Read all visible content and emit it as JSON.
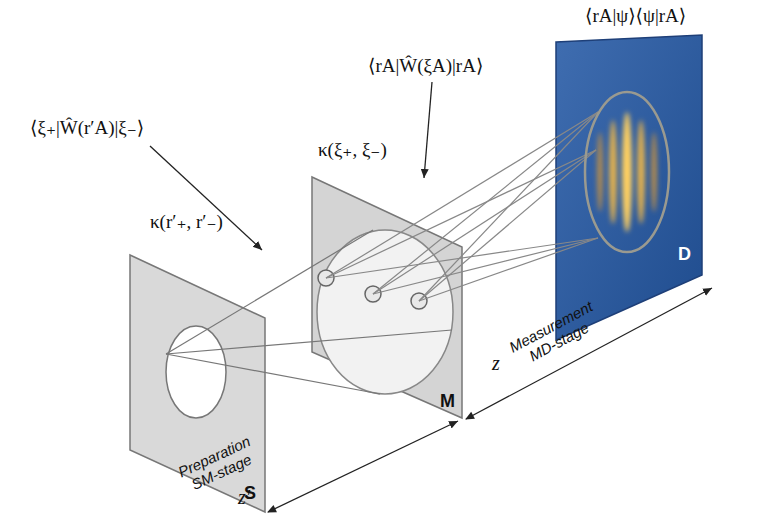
{
  "diagram": {
    "nodes": [
      {
        "text": [
          "S"
        ]
      },
      {
        "text": [
          "M"
        ]
      },
      {
        "text": [
          "D"
        ]
      }
    ],
    "labels": [
      "κ(r′₊, r′₋)",
      "⟨ξ₊|Ŵ(r′A)|ξ₋⟩",
      "κ(ξ₊, ξ₋)",
      "⟨rA|Ŵ(ξA)|rA⟩",
      "⟨rA|ψ⟩⟨ψ|rA⟩",
      "Preparation SM-stage",
      "Measurement MD-stage",
      "z′",
      "z"
    ]
  }
}
